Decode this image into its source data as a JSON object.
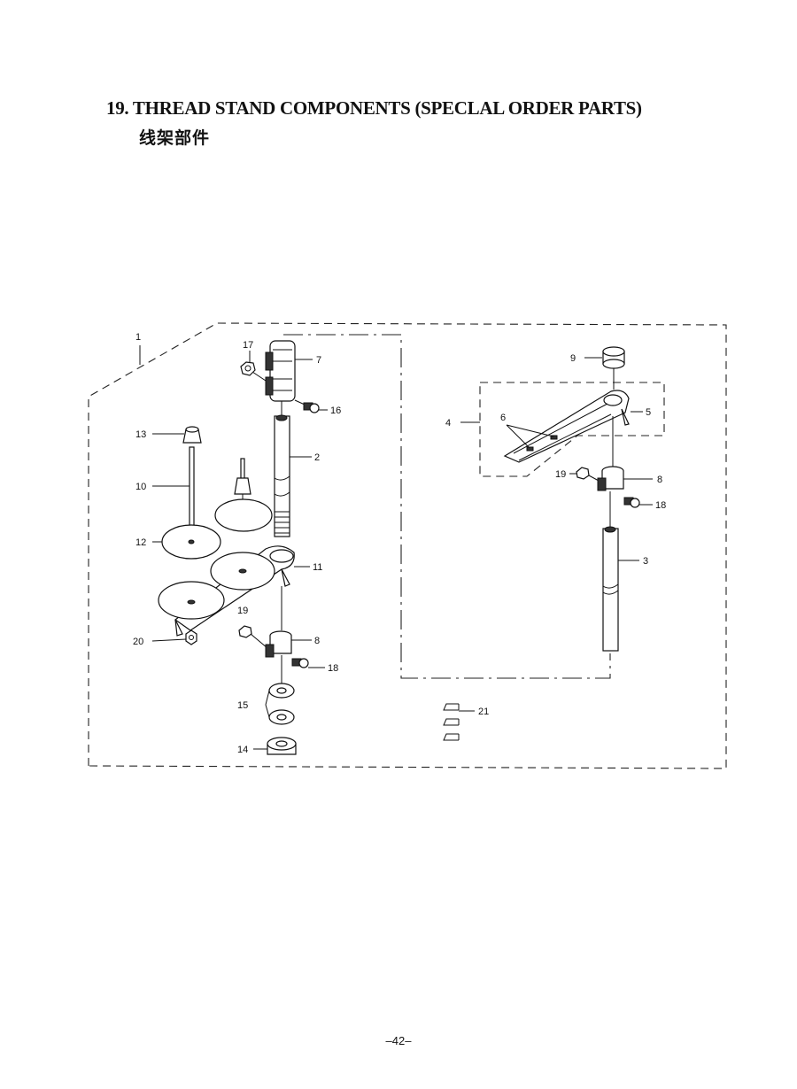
{
  "page": {
    "title": "19. THREAD STAND COMPONENTS (SPECLAL ORDER PARTS)",
    "subtitle": "线架部件",
    "page_number": "–42–"
  },
  "callouts": {
    "c1": "1",
    "c2": "2",
    "c3": "3",
    "c4": "4",
    "c5": "5",
    "c6": "6",
    "c7": "7",
    "c8a": "8",
    "c8b": "8",
    "c9": "9",
    "c10": "10",
    "c11": "11",
    "c12": "12",
    "c13": "13",
    "c14": "14",
    "c15": "15",
    "c16": "16",
    "c17": "17",
    "c18a": "18",
    "c18b": "18",
    "c19a": "19",
    "c19b": "19",
    "c20": "20",
    "c21": "21"
  }
}
